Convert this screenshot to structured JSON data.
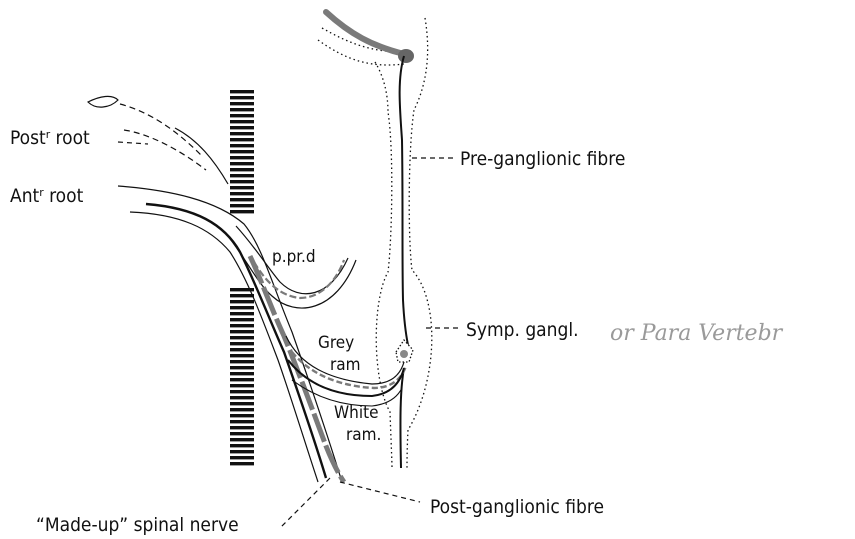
{
  "labels": {
    "post_root": "Postʳ root",
    "ant_root": "Antʳ root",
    "pre_ganglionic": "Pre-ganglionic fibre",
    "ppr_d": "p.pr.d",
    "symp_gangl": "Symp. gangl.",
    "handwritten": "or Para Vertebr",
    "grey_ram_1": "Grey",
    "grey_ram_2": "ram",
    "white_ram_1": "White",
    "white_ram_2": "ram.",
    "post_ganglionic": "Post-ganglionic fibre",
    "made_up": "“Made-up” spinal nerve"
  },
  "colors": {
    "ink": "#111111",
    "grey_fibre": "#7a7a7a",
    "pencil": "#9a9a9a"
  }
}
